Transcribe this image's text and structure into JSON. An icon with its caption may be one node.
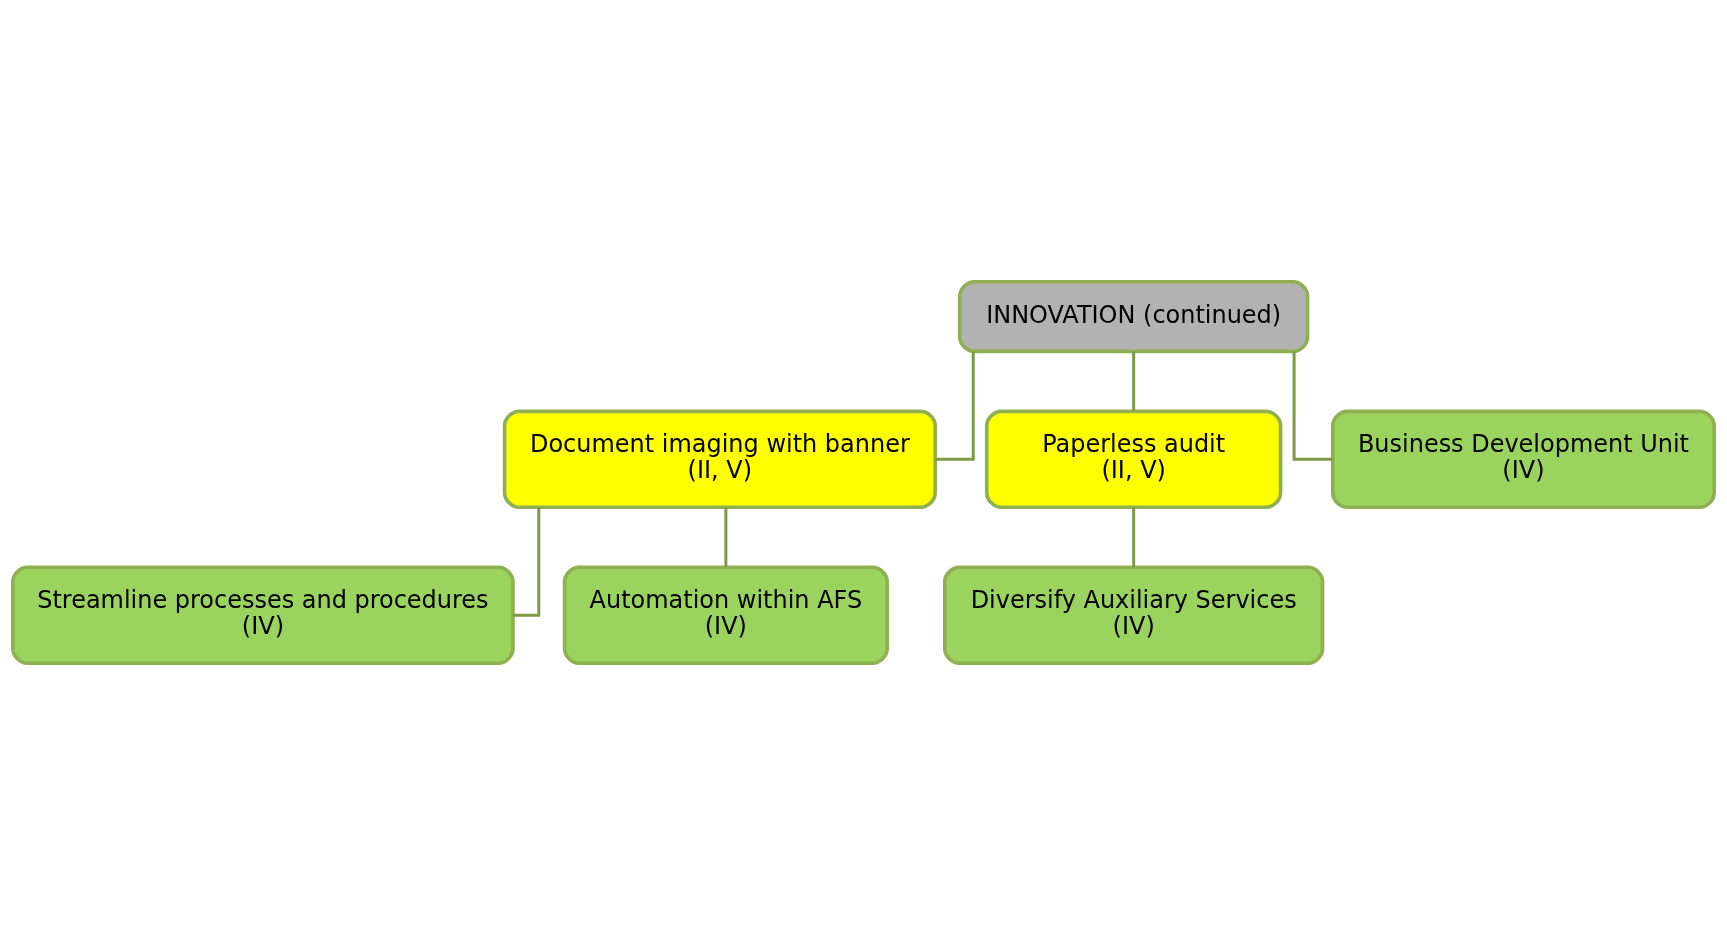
{
  "diagram": {
    "nodes": [
      {
        "text": [
          "INNOVATION (continued)"
        ]
      },
      {
        "text": [
          "Document imaging with banner",
          "(II, V)"
        ]
      },
      {
        "text": [
          "Paperless audit",
          "(II, V)"
        ]
      },
      {
        "text": [
          "Business Development Unit",
          "(IV)"
        ]
      },
      {
        "text": [
          "Streamline processes and procedures",
          "(IV)"
        ]
      },
      {
        "text": [
          "Automation within AFS",
          "(IV)"
        ]
      },
      {
        "text": [
          "Diversify Auxiliary Services",
          "(IV)"
        ]
      }
    ],
    "edges": [
      {
        "from": 0,
        "to": 1,
        "arrow": "none"
      },
      {
        "from": 0,
        "to": 2,
        "arrow": "none"
      },
      {
        "from": 0,
        "to": 3,
        "arrow": "none"
      },
      {
        "from": 1,
        "to": 4,
        "arrow": "none"
      },
      {
        "from": 1,
        "to": 5,
        "arrow": "none"
      },
      {
        "from": 2,
        "to": 6,
        "arrow": "none"
      }
    ]
  }
}
